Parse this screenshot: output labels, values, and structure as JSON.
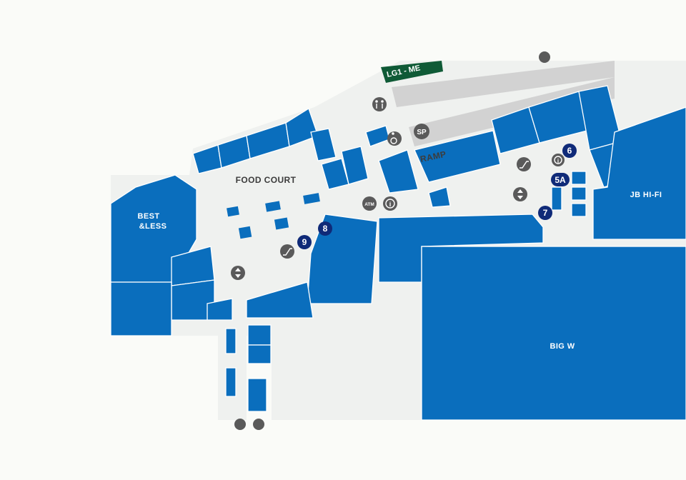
{
  "map": {
    "background_color": "#fafbf8",
    "floor_color": "#eff1ef",
    "store_color": "#0a6ebd",
    "ramp_color": "#d2d2d2",
    "sign_color": "#0f5a36",
    "marker_color": "#0f2a78",
    "labels": {
      "food_court": "FOOD COURT",
      "best_and_less_line1": "BEST",
      "best_and_less_line2": "&LESS",
      "jb_hifi": "JB HI-FI",
      "big_w": "BIG W",
      "ramp": "RAMP",
      "parking_sign": "LG1 - ME"
    },
    "markers": [
      "6",
      "5A",
      "7",
      "8",
      "9"
    ],
    "facility_icons": {
      "toilets": "restroom-icon",
      "parking": "SP",
      "atm": "ATM",
      "info": "i",
      "escalator": "escalator-icon",
      "lift": "lift-icon",
      "accessible": "accessible-icon"
    }
  }
}
